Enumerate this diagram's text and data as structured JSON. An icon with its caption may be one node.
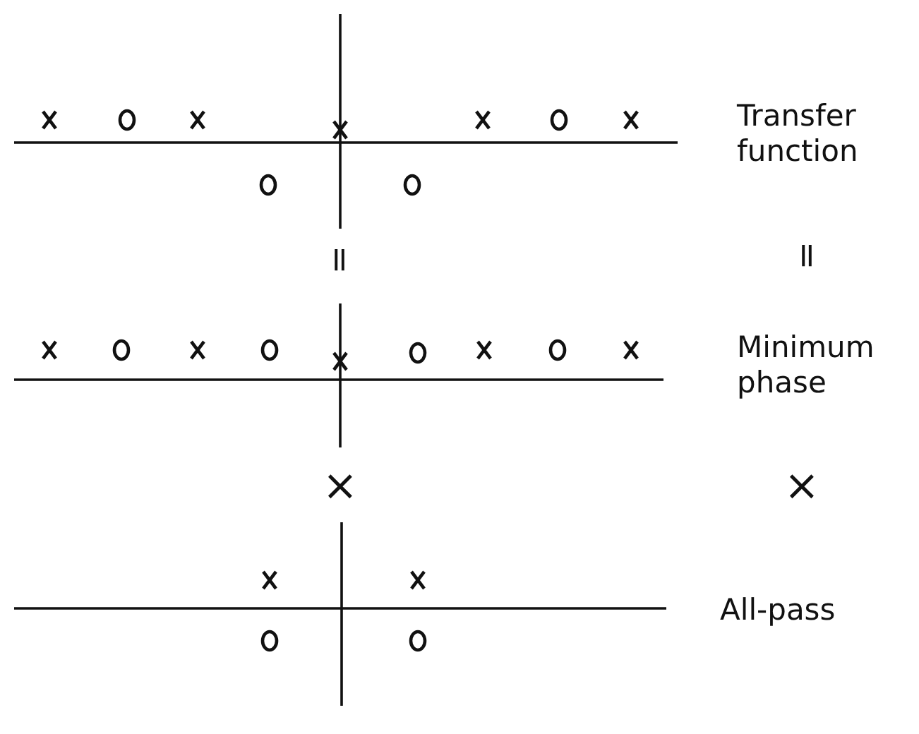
{
  "diagram": {
    "labels": [
      "Transfer function",
      "=",
      "=",
      "Minimum phase",
      "×",
      "×",
      "All-pass"
    ]
  }
}
